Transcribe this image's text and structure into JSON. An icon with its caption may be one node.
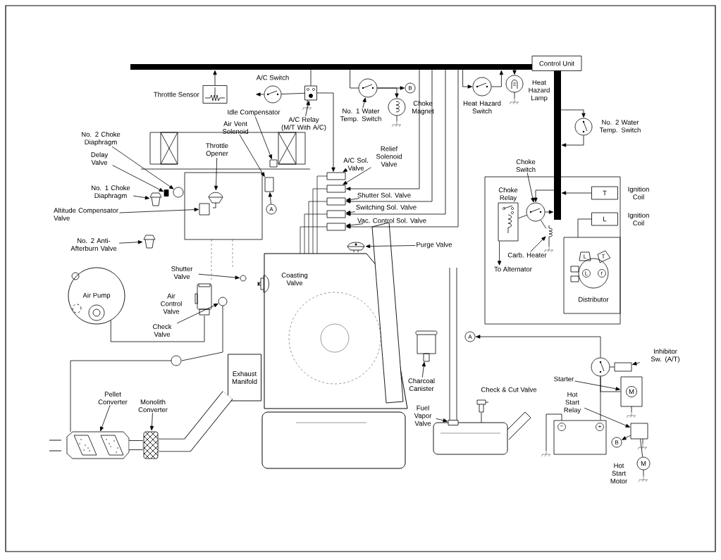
{
  "diagram": {
    "nodes": [
      {
        "text": [
          "Control Unit"
        ]
      },
      {
        "text": [],
        "shape": "bar"
      },
      {
        "text": [],
        "shape": "bar"
      },
      {
        "text": [],
        "shape": "box",
        "beside": [
          "Throttle Sensor"
        ]
      },
      {
        "text": [],
        "shape": "circle",
        "beside": [
          "A/C Switch"
        ]
      },
      {
        "text": [],
        "shape": "box"
      },
      {
        "text": [
          "A/C Relay (M/T With A/C)"
        ]
      },
      {
        "text": [],
        "shape": "circle"
      },
      {
        "text": [
          "No. 1 Water Temp. Switch"
        ]
      },
      {
        "text": [
          "B"
        ]
      },
      {
        "text": [],
        "shape": "circle",
        "beside": [
          "Choke Magnet"
        ]
      },
      {
        "text": [],
        "shape": "circle",
        "beside": [
          "Heat Hazard Switch"
        ]
      },
      {
        "text": [],
        "shape": "circle",
        "beside": [
          "Heat Hazard Lamp"
        ]
      },
      {
        "text": [],
        "shape": "circle",
        "beside": [
          "No. 2 Water Temp. Switch"
        ]
      },
      {
        "text": [
          "Idle Compensator"
        ]
      },
      {
        "text": [],
        "shape": "box"
      },
      {
        "text": [
          "Air Vent Solenoid"
        ]
      },
      {
        "text": [],
        "shape": "box"
      },
      {
        "text": [
          "A"
        ]
      },
      {
        "text": [
          "Throttle Opener"
        ]
      },
      {
        "text": [],
        "shape": "picture"
      },
      {
        "text": [
          "No. 2 Choke Diaphragm"
        ]
      },
      {
        "text": [],
        "shape": "circle"
      },
      {
        "text": [
          "Delay Valve"
        ]
      },
      {
        "text": [],
        "shape": "box"
      },
      {
        "text": [
          "No. 1 Choke Diaphragm"
        ]
      },
      {
        "text": [],
        "shape": "picture"
      },
      {
        "text": [
          "Altitude Compensator Valve"
        ]
      },
      {
        "text": [],
        "shape": "box"
      },
      {
        "text": [
          "No. 2 Anti-Afterburn Valve"
        ]
      },
      {
        "text": [],
        "shape": "picture"
      },
      {
        "text": [
          "Air Pump"
        ]
      },
      {
        "text": [
          "Shutter Valve"
        ]
      },
      {
        "text": [],
        "shape": "circle"
      },
      {
        "text": [],
        "shape": "picture",
        "beside": [
          "Air Control Valve"
        ]
      },
      {
        "text": [
          "Check Valve"
        ]
      },
      {
        "text": [],
        "shape": "circle"
      },
      {
        "text": [],
        "shape": "picture",
        "beside": [
          "Coasting Valve"
        ]
      },
      {
        "text": [
          "A/C Sol. Valve"
        ]
      },
      {
        "text": [],
        "shape": "box"
      },
      {
        "text": [
          "Relief Solenoid Valve"
        ]
      },
      {
        "text": [],
        "shape": "box"
      },
      {
        "text": [
          "Shutter Sol. Valve"
        ]
      },
      {
        "text": [],
        "shape": "box"
      },
      {
        "text": [
          "Switching Sol. Valve"
        ]
      },
      {
        "text": [],
        "shape": "box"
      },
      {
        "text": [
          "Vac. Control Sol. Valve"
        ]
      },
      {
        "text": [],
        "shape": "box"
      },
      {
        "text": [
          "Purge Valve"
        ]
      },
      {
        "text": [],
        "shape": "picture"
      },
      {
        "text": [
          "Exhaust Manifold"
        ]
      },
      {
        "text": [
          "Pellet Converter"
        ]
      },
      {
        "text": [],
        "shape": "picture"
      },
      {
        "text": [
          "Monolith Converter"
        ]
      },
      {
        "text": [],
        "shape": "picture"
      },
      {
        "text": [],
        "shape": "picture"
      },
      {
        "text": [
          "Charcoal Canister"
        ]
      },
      {
        "text": [],
        "shape": "picture",
        "beside": [
          "Check & Cut Valve"
        ]
      },
      {
        "text": [
          "Fuel Vapor Valve"
        ]
      },
      {
        "text": [],
        "shape": "box"
      },
      {
        "text": [],
        "shape": "box",
        "beside": [
          "Choke Relay"
        ]
      },
      {
        "text": [
          "Choke Switch"
        ]
      },
      {
        "text": [],
        "shape": "circle"
      },
      {
        "text": [
          "Carb. Heater"
        ]
      },
      {
        "text": [],
        "shape": "picture"
      },
      {
        "text": [
          "To Alternator"
        ]
      },
      {
        "text": [
          "T"
        ],
        "beside": [
          "Ignition Coil"
        ]
      },
      {
        "text": [
          "L"
        ],
        "beside": [
          "Ignition Coil"
        ]
      },
      {
        "text": [],
        "shape": "picture",
        "beside": [
          "Distributor"
        ]
      },
      {
        "text": [
          "A"
        ]
      },
      {
        "text": [],
        "shape": "circle"
      },
      {
        "text": [
          "Inhibitor Sw. (A/T)"
        ]
      },
      {
        "text": [],
        "shape": "box"
      },
      {
        "text": [
          "Starter"
        ]
      },
      {
        "text": [
          "M"
        ]
      },
      {
        "text": [
          "Hot Start Relay"
        ]
      },
      {
        "text": [],
        "shape": "box"
      },
      {
        "text": [
          "B"
        ]
      },
      {
        "text": [
          "M"
        ],
        "beside": [
          "Hot Start Motor"
        ]
      },
      {
        "text": [],
        "shape": "box"
      }
    ],
    "edges": [
      {
        "from": 6,
        "to": 5,
        "arrow": "to"
      },
      {
        "from": 8,
        "to": 7,
        "arrow": "to"
      },
      {
        "from": 14,
        "to": 15,
        "arrow": "to"
      },
      {
        "from": 16,
        "to": 17,
        "arrow": "to"
      },
      {
        "from": 19,
        "to": 20,
        "arrow": "to"
      },
      {
        "from": 21,
        "to": 22,
        "arrow": "to"
      },
      {
        "from": 23,
        "to": 24,
        "arrow": "to"
      },
      {
        "from": 25,
        "to": 26,
        "arrow": "to"
      },
      {
        "from": 27,
        "to": 28,
        "arrow": "to"
      },
      {
        "from": 29,
        "to": 30,
        "arrow": "to"
      },
      {
        "from": 32,
        "to": 33,
        "arrow": "to"
      },
      {
        "from": 35,
        "to": 36,
        "arrow": "to"
      },
      {
        "from": 38,
        "to": 39,
        "arrow": "to"
      },
      {
        "from": 40,
        "to": 41,
        "arrow": "to"
      },
      {
        "from": 42,
        "to": 43,
        "arrow": "to"
      },
      {
        "from": 44,
        "to": 45,
        "arrow": "to"
      },
      {
        "from": 46,
        "to": 47,
        "arrow": "to"
      },
      {
        "from": 48,
        "to": 49,
        "arrow": "to"
      },
      {
        "from": 51,
        "to": 52,
        "arrow": "to"
      },
      {
        "from": 53,
        "to": 54,
        "arrow": "to"
      },
      {
        "from": 56,
        "to": 55,
        "arrow": "to"
      },
      {
        "from": 58,
        "to": 59,
        "arrow": "to"
      },
      {
        "from": 61,
        "to": 62,
        "arrow": "to"
      },
      {
        "from": 63,
        "to": 64,
        "arrow": "to"
      },
      {
        "from": 71,
        "to": 72,
        "arrow": "to"
      },
      {
        "from": 73,
        "to": 74,
        "arrow": "to"
      },
      {
        "from": 75,
        "to": 76,
        "arrow": "to"
      },
      {
        "from": 3,
        "to": 1,
        "arrow": "to"
      },
      {
        "from": 4,
        "to": null,
        "arrow": "to"
      },
      {
        "from": 5,
        "to": 4,
        "arrow": "none"
      },
      {
        "from": 1,
        "to": 5,
        "arrow": "none"
      },
      {
        "from": 5,
        "to": 39,
        "arrow": "to"
      },
      {
        "from": 1,
        "to": 7,
        "arrow": "none"
      },
      {
        "from": 7,
        "to": 9,
        "arrow": "to"
      },
      {
        "from": 7,
        "to": 10,
        "arrow": "to"
      },
      {
        "from": 1,
        "to": 11,
        "arrow": "to"
      },
      {
        "from": 11,
        "to": 1,
        "arrow": "to"
      },
      {
        "from": 1,
        "to": 12,
        "arrow": "to"
      },
      {
        "from": 2,
        "to": 13,
        "arrow": "to"
      },
      {
        "from": 13,
        "to": 2,
        "arrow": "to"
      },
      {
        "from": 1,
        "to": 41,
        "arrow": "to"
      },
      {
        "from": 1,
        "to": 43,
        "arrow": "to"
      },
      {
        "from": 1,
        "to": 45,
        "arrow": "to"
      },
      {
        "from": 1,
        "to": 47,
        "arrow": "to"
      },
      {
        "from": 18,
        "to": 17,
        "arrow": "to"
      },
      {
        "from": 60,
        "to": 65,
        "arrow": "to"
      },
      {
        "from": 60,
        "to": 62,
        "arrow": "none"
      },
      {
        "from": 62,
        "to": 2,
        "arrow": "to"
      },
      {
        "from": 2,
        "to": 62,
        "arrow": "to"
      },
      {
        "from": 64,
        "to": 62,
        "arrow": "none"
      },
      {
        "from": 66,
        "to": 2,
        "arrow": "to"
      },
      {
        "from": 70,
        "to": 69,
        "arrow": "to"
      },
      {
        "from": 72,
        "to": 70,
        "arrow": "none"
      },
      {
        "from": 70,
        "to": 74,
        "arrow": "none"
      },
      {
        "from": 79,
        "to": 70,
        "arrow": "none"
      },
      {
        "from": 76,
        "to": 77,
        "arrow": "to"
      },
      {
        "from": 76,
        "to": 78,
        "arrow": "none"
      },
      {
        "from": 31,
        "to": 34,
        "arrow": "none"
      },
      {
        "from": 50,
        "to": 54,
        "arrow": "none",
        "style": "thick"
      },
      {
        "from": 52,
        "to": 54,
        "arrow": "none",
        "style": "thick"
      }
    ],
    "labels": [
      "L",
      "T",
      "L",
      "r",
      "−",
      "+"
    ]
  }
}
